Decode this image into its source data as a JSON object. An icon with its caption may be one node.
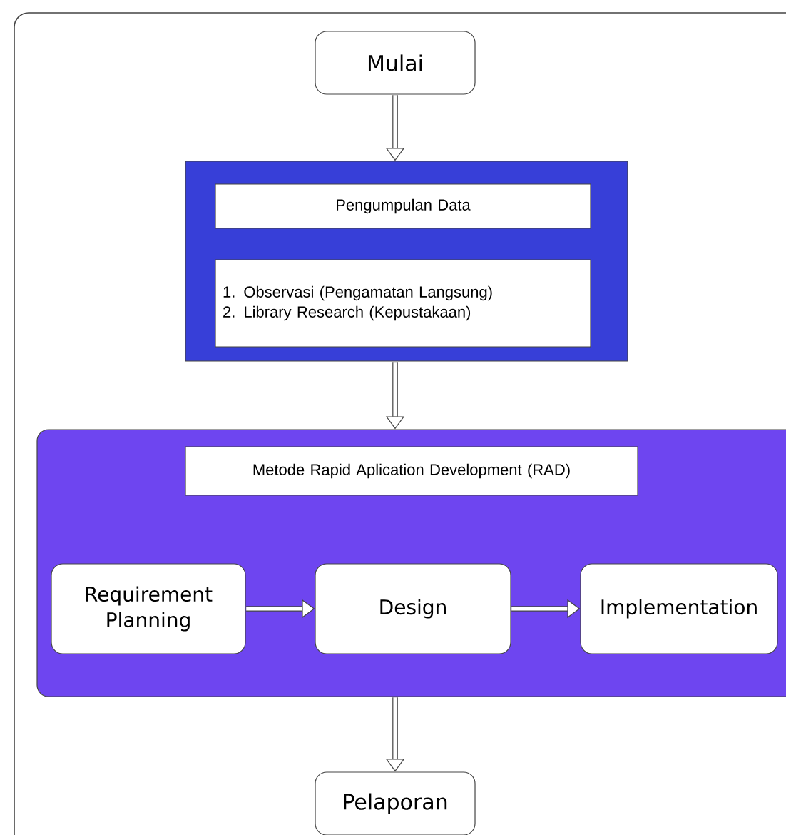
{
  "diagram": {
    "nodes": [
      {
        "text": [
          "Mulai"
        ]
      },
      {
        "text": [],
        "shape": "box"
      },
      {
        "text": [
          "Pengumpulan Data"
        ],
        "in": 1
      },
      {
        "text": [
          "1. Observasi (Pengamatan Langsung)",
          "2. Library Research (Kepustakaan)"
        ],
        "in": 1
      },
      {
        "text": [],
        "shape": "box"
      },
      {
        "text": [
          "Metode Rapid Aplication Development (RAD)"
        ],
        "in": 4
      },
      {
        "text": [
          "Requirement Planning"
        ],
        "in": 4
      },
      {
        "text": [
          "Design"
        ],
        "in": 4
      },
      {
        "text": [
          "Implementation"
        ],
        "in": 4
      },
      {
        "text": [
          "Pelaporan"
        ]
      }
    ],
    "edges": [
      {
        "from": 0,
        "to": 1,
        "arrow": "to"
      },
      {
        "from": 1,
        "to": 4,
        "arrow": "to"
      },
      {
        "from": 6,
        "to": 7,
        "arrow": "to"
      },
      {
        "from": 7,
        "to": 8,
        "arrow": "to"
      },
      {
        "from": 4,
        "to": 9,
        "arrow": "to"
      }
    ]
  }
}
